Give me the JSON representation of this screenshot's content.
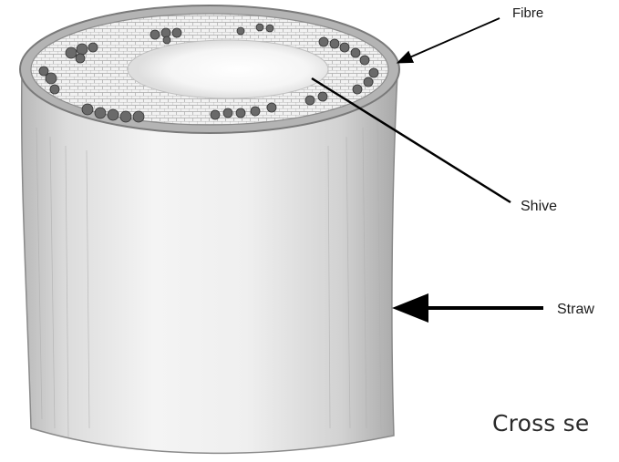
{
  "labels": {
    "fibre": "Fibre",
    "shive": "Shive",
    "straw": "Straw"
  },
  "caption": "Cross se",
  "colors": {
    "stem_fill": "#ececec",
    "stem_shade": "#bdbdbd",
    "rind": "#8e8e8e",
    "fibre_bundle": "#5a5a5a",
    "pith": "#fafafa",
    "leader": "#000000"
  }
}
